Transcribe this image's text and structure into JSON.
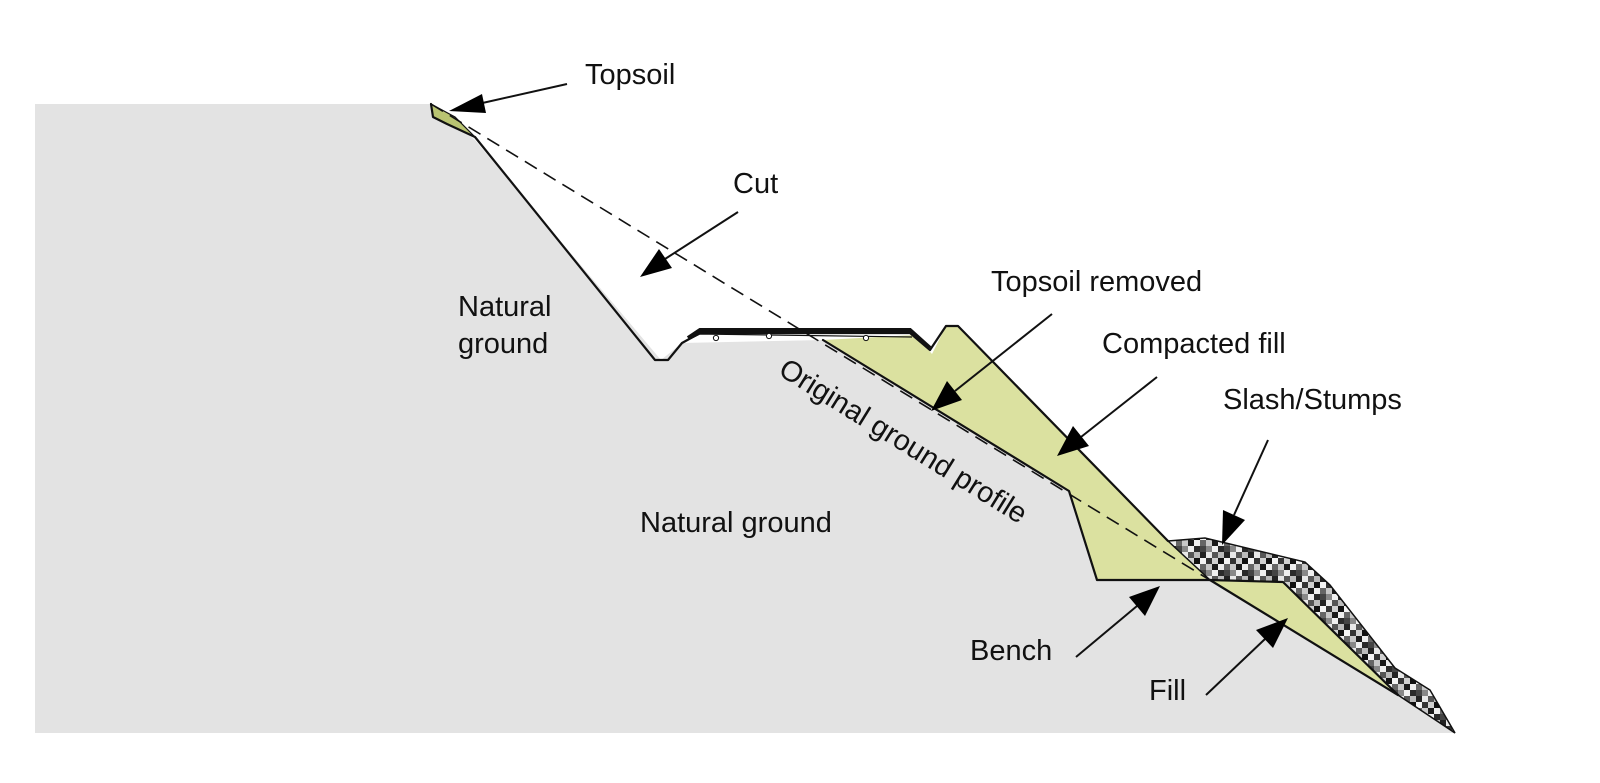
{
  "labels": {
    "topsoil": "Topsoil",
    "cut": "Cut",
    "natural_ground_upper_line1": "Natural",
    "natural_ground_upper_line2": "ground",
    "natural_ground_lower": "Natural ground",
    "topsoil_removed": "Topsoil removed",
    "compacted_fill": "Compacted fill",
    "slash_stumps": "Slash/Stumps",
    "original_ground_profile": "Original ground profile",
    "bench": "Bench",
    "fill": "Fill"
  },
  "colors": {
    "natural_ground": "#e3e3e3",
    "fill": "#dbe1a0",
    "topsoil": "#b9c472",
    "outline": "#111111",
    "background": "#ffffff"
  }
}
